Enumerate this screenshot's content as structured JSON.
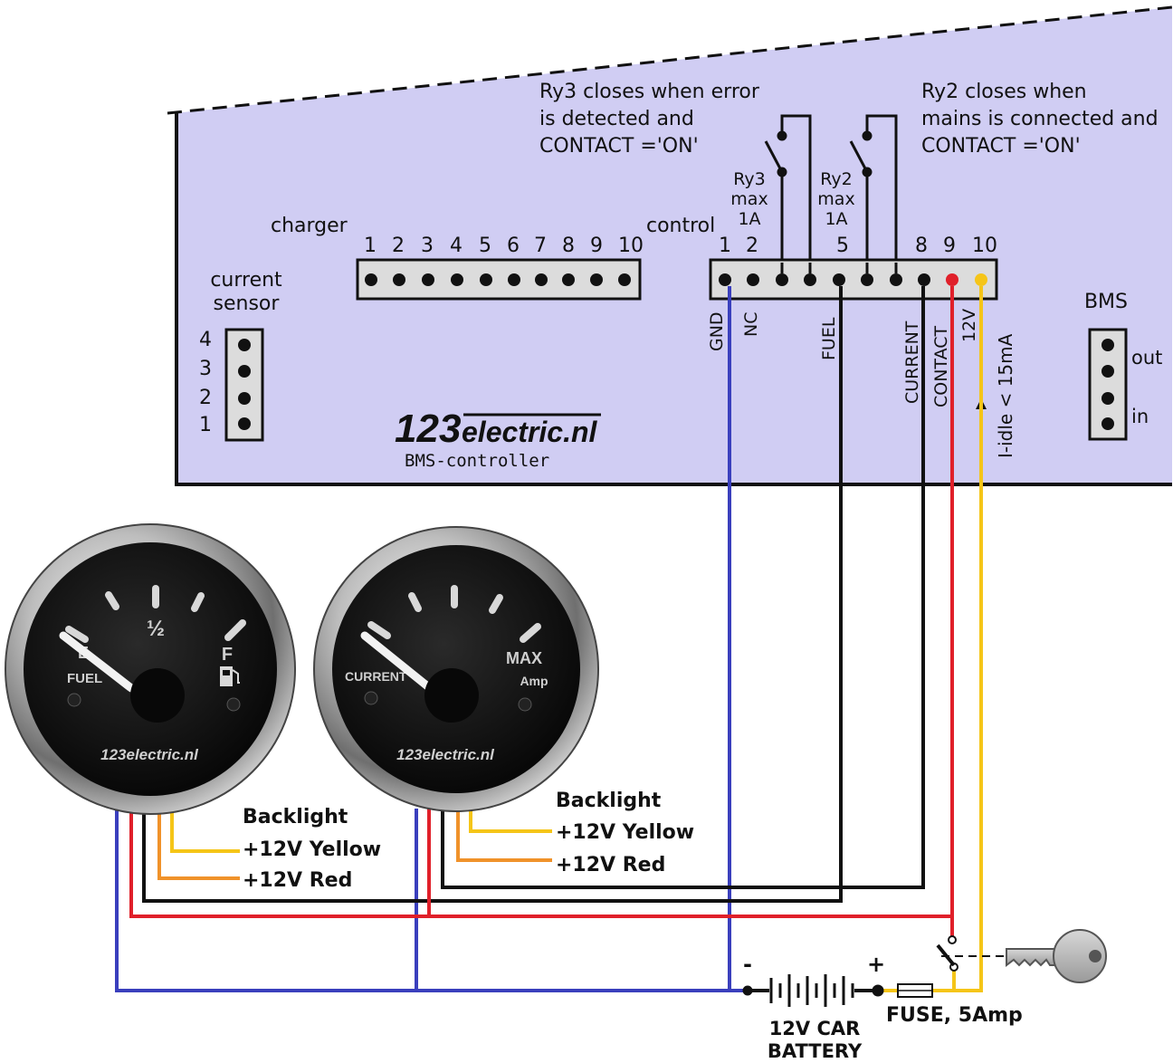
{
  "notes": {
    "ry3": [
      "Ry3 closes when error",
      "is detected and",
      "CONTACT ='ON'"
    ],
    "ry2": [
      "Ry2 closes when",
      "mains is connected and",
      "CONTACT ='ON'"
    ]
  },
  "relays": {
    "ry3": [
      "Ry3",
      "max",
      "1A"
    ],
    "ry2": [
      "Ry2",
      "max",
      "1A"
    ]
  },
  "charger": {
    "label": "charger",
    "pins": [
      "1",
      "2",
      "3",
      "4",
      "5",
      "6",
      "7",
      "8",
      "9",
      "10"
    ]
  },
  "control": {
    "label": "control",
    "pins": [
      "1",
      "2",
      "5",
      "8",
      "9",
      "10"
    ],
    "signals": [
      "GND",
      "NC",
      "FUEL",
      "CURRENT",
      "CONTACT",
      "12V"
    ],
    "idle": "I-idle  < 15mA"
  },
  "current_sensor": {
    "label_line1": "current",
    "label_line2": "sensor",
    "pins": [
      "4",
      "3",
      "2",
      "1"
    ]
  },
  "bms": {
    "label": "BMS",
    "out": "out",
    "in": "in"
  },
  "brand": {
    "logo_num": "123",
    "logo_text": "electric.nl",
    "subtitle": "BMS-controller"
  },
  "gauges": {
    "fuel": {
      "half": "½",
      "full": "F",
      "empty": "E",
      "name": "FUEL",
      "logo": "123electric.nl"
    },
    "current": {
      "max": "MAX",
      "unit": "Amp",
      "name": "CURRENT",
      "logo": "123electric.nl"
    }
  },
  "backlight": {
    "title": "Backlight",
    "yellow": "+12V Yellow",
    "red": "+12V Red"
  },
  "battery": {
    "minus": "-",
    "plus": "+",
    "line1": "12V CAR",
    "line2": "BATTERY"
  },
  "fuse": {
    "label": "FUSE, 5Amp"
  },
  "colors": {
    "panel": "#d0cdf3",
    "wire_blue": "#3a3fbd",
    "wire_red": "#e0202a",
    "wire_yellow": "#f5c518",
    "wire_orange": "#f0922a",
    "wire_black": "#111111"
  }
}
